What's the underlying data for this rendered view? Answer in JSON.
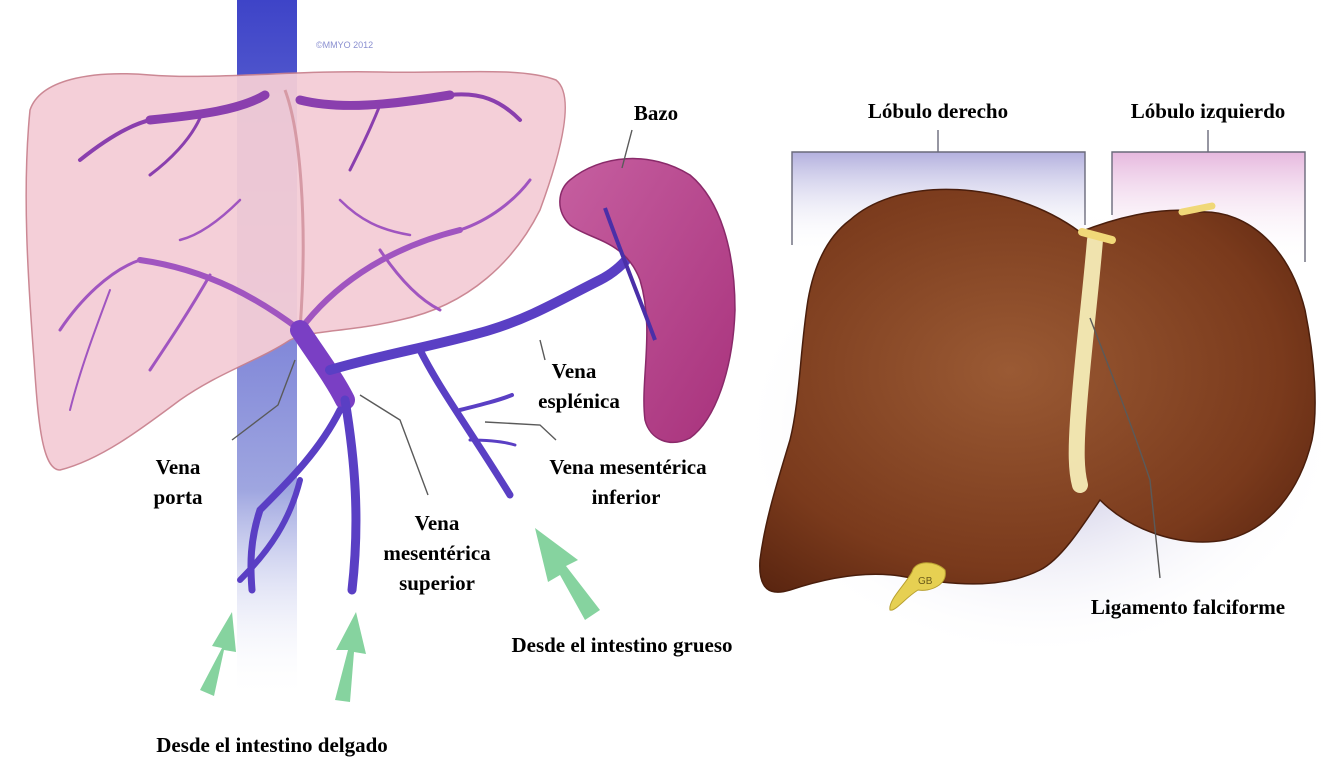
{
  "watermark": "©MMYO 2012",
  "left_diagram": {
    "labels": {
      "spleen": "Bazo",
      "splenic_vein_1": "Vena",
      "splenic_vein_2": "esplénica",
      "portal_vein_1": "Vena",
      "portal_vein_2": "porta",
      "inferior_mesenteric_1": "Vena mesentérica",
      "inferior_mesenteric_2": "inferior",
      "superior_mesenteric_1": "Vena",
      "superior_mesenteric_2": "mesentérica",
      "superior_mesenteric_3": "superior",
      "from_large_intestine": "Desde el intestino grueso",
      "from_small_intestine": "Desde el intestino delgado"
    }
  },
  "right_diagram": {
    "labels": {
      "right_lobe": "Lóbulo derecho",
      "left_lobe": "Lóbulo izquierdo",
      "falciform_ligament": "Ligamento falciforme",
      "gallbladder": "GB"
    }
  },
  "colors": {
    "liver_left": "#f4cdd6",
    "vein": "#5a3fc4",
    "spleen": "#b23e86",
    "arrow": "#7fcf9a",
    "liver_real": "#7a3a1c",
    "right_bracket": "#b7b4e0",
    "left_bracket": "#e8bde0"
  }
}
